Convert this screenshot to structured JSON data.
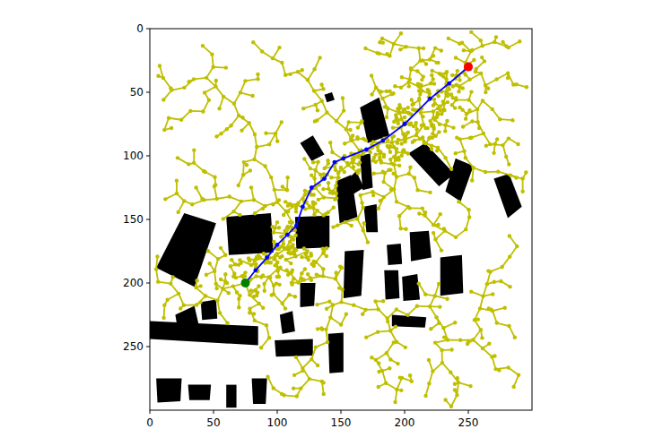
{
  "diagram": {
    "labels": [
      "0",
      "50",
      "100",
      "150",
      "200",
      "250",
      "0",
      "50",
      "100",
      "150",
      "200",
      "250"
    ]
  }
}
